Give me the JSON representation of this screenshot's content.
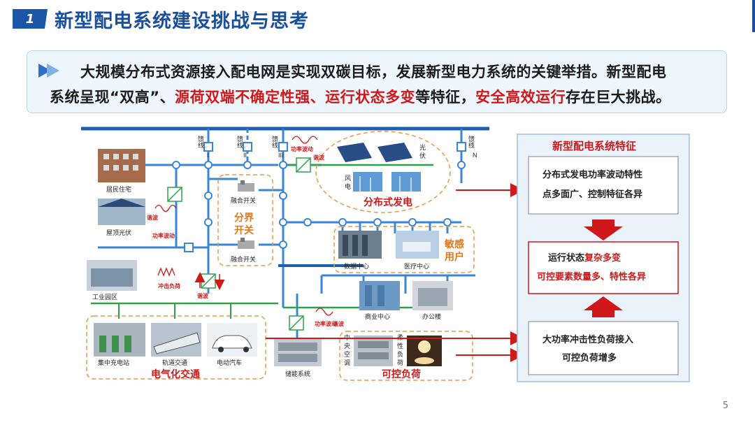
{
  "slide": {
    "number": "1",
    "title": "新型配电系统建设挑战与思考",
    "page": "5"
  },
  "intro": {
    "line1": "大规模分布式资源接入配电网是实现双碳目标，发展新型电力系统的关键举措。新型配电",
    "line2_a": "系统呈现“双高”、",
    "line2_b": "源荷双端不确定性强、运行状态多变",
    "line2_c": "等特征，",
    "line2_d": "安全高效运行",
    "line2_e": "存在巨大挑战。"
  },
  "feeders": {
    "f1": "馈线",
    "f1n": "I",
    "f2": "馈线",
    "f2n": "II",
    "f3": "馈线",
    "f3n": "III",
    "f4": "馈线",
    "f4n": "N"
  },
  "labels": {
    "residential": "居民住宅",
    "rooftop_pv": "屋顶光伏",
    "industrial": "工业园区",
    "switch1": "融合开关",
    "switch2": "融合开关",
    "boundary_switch": "分界\n开关",
    "boundary_a": "分界",
    "boundary_b": "开关",
    "pv": "光\n伏",
    "pv_a": "光",
    "pv_b": "伏",
    "wind_a": "风",
    "wind_b": "电",
    "dist_gen": "分布式发电",
    "data_center": "数据中心",
    "medical": "医疗中心",
    "sens_a": "敏感",
    "sens_b": "用户",
    "commercial": "商业中心",
    "office": "办公楼",
    "charging": "集中充电站",
    "rail": "轨道交通",
    "ev": "电动汽车",
    "transport": "电气化交通",
    "storage": "储能系统",
    "ac_1": "中",
    "ac_2": "央",
    "ac_3": "空",
    "ac_4": "调",
    "flex_1": "柔",
    "flex_2": "性",
    "flex_3": "负",
    "flex_4": "荷",
    "ctrl_load": "可控负荷",
    "harmonic": "谐波",
    "fluct": "功率波动",
    "impact": "冲击负荷"
  },
  "panel": {
    "title": "新型配电系统特征",
    "box1_a": "分布式发电功率波动特性",
    "box1_b": "点多面广、控制特征各异",
    "box2_a1": "运行状态",
    "box2_a2": "复杂多变",
    "box2_b": "可控要素数量多、特性各异",
    "box3_a": "大功率冲击性负荷接入",
    "box3_b": "可控负荷增多"
  },
  "colors": {
    "bus": "#1f5fb0",
    "line": "#3a86d4",
    "green": "#2aa24a",
    "red": "#cc1a1a",
    "orange": "#e39a4a"
  }
}
